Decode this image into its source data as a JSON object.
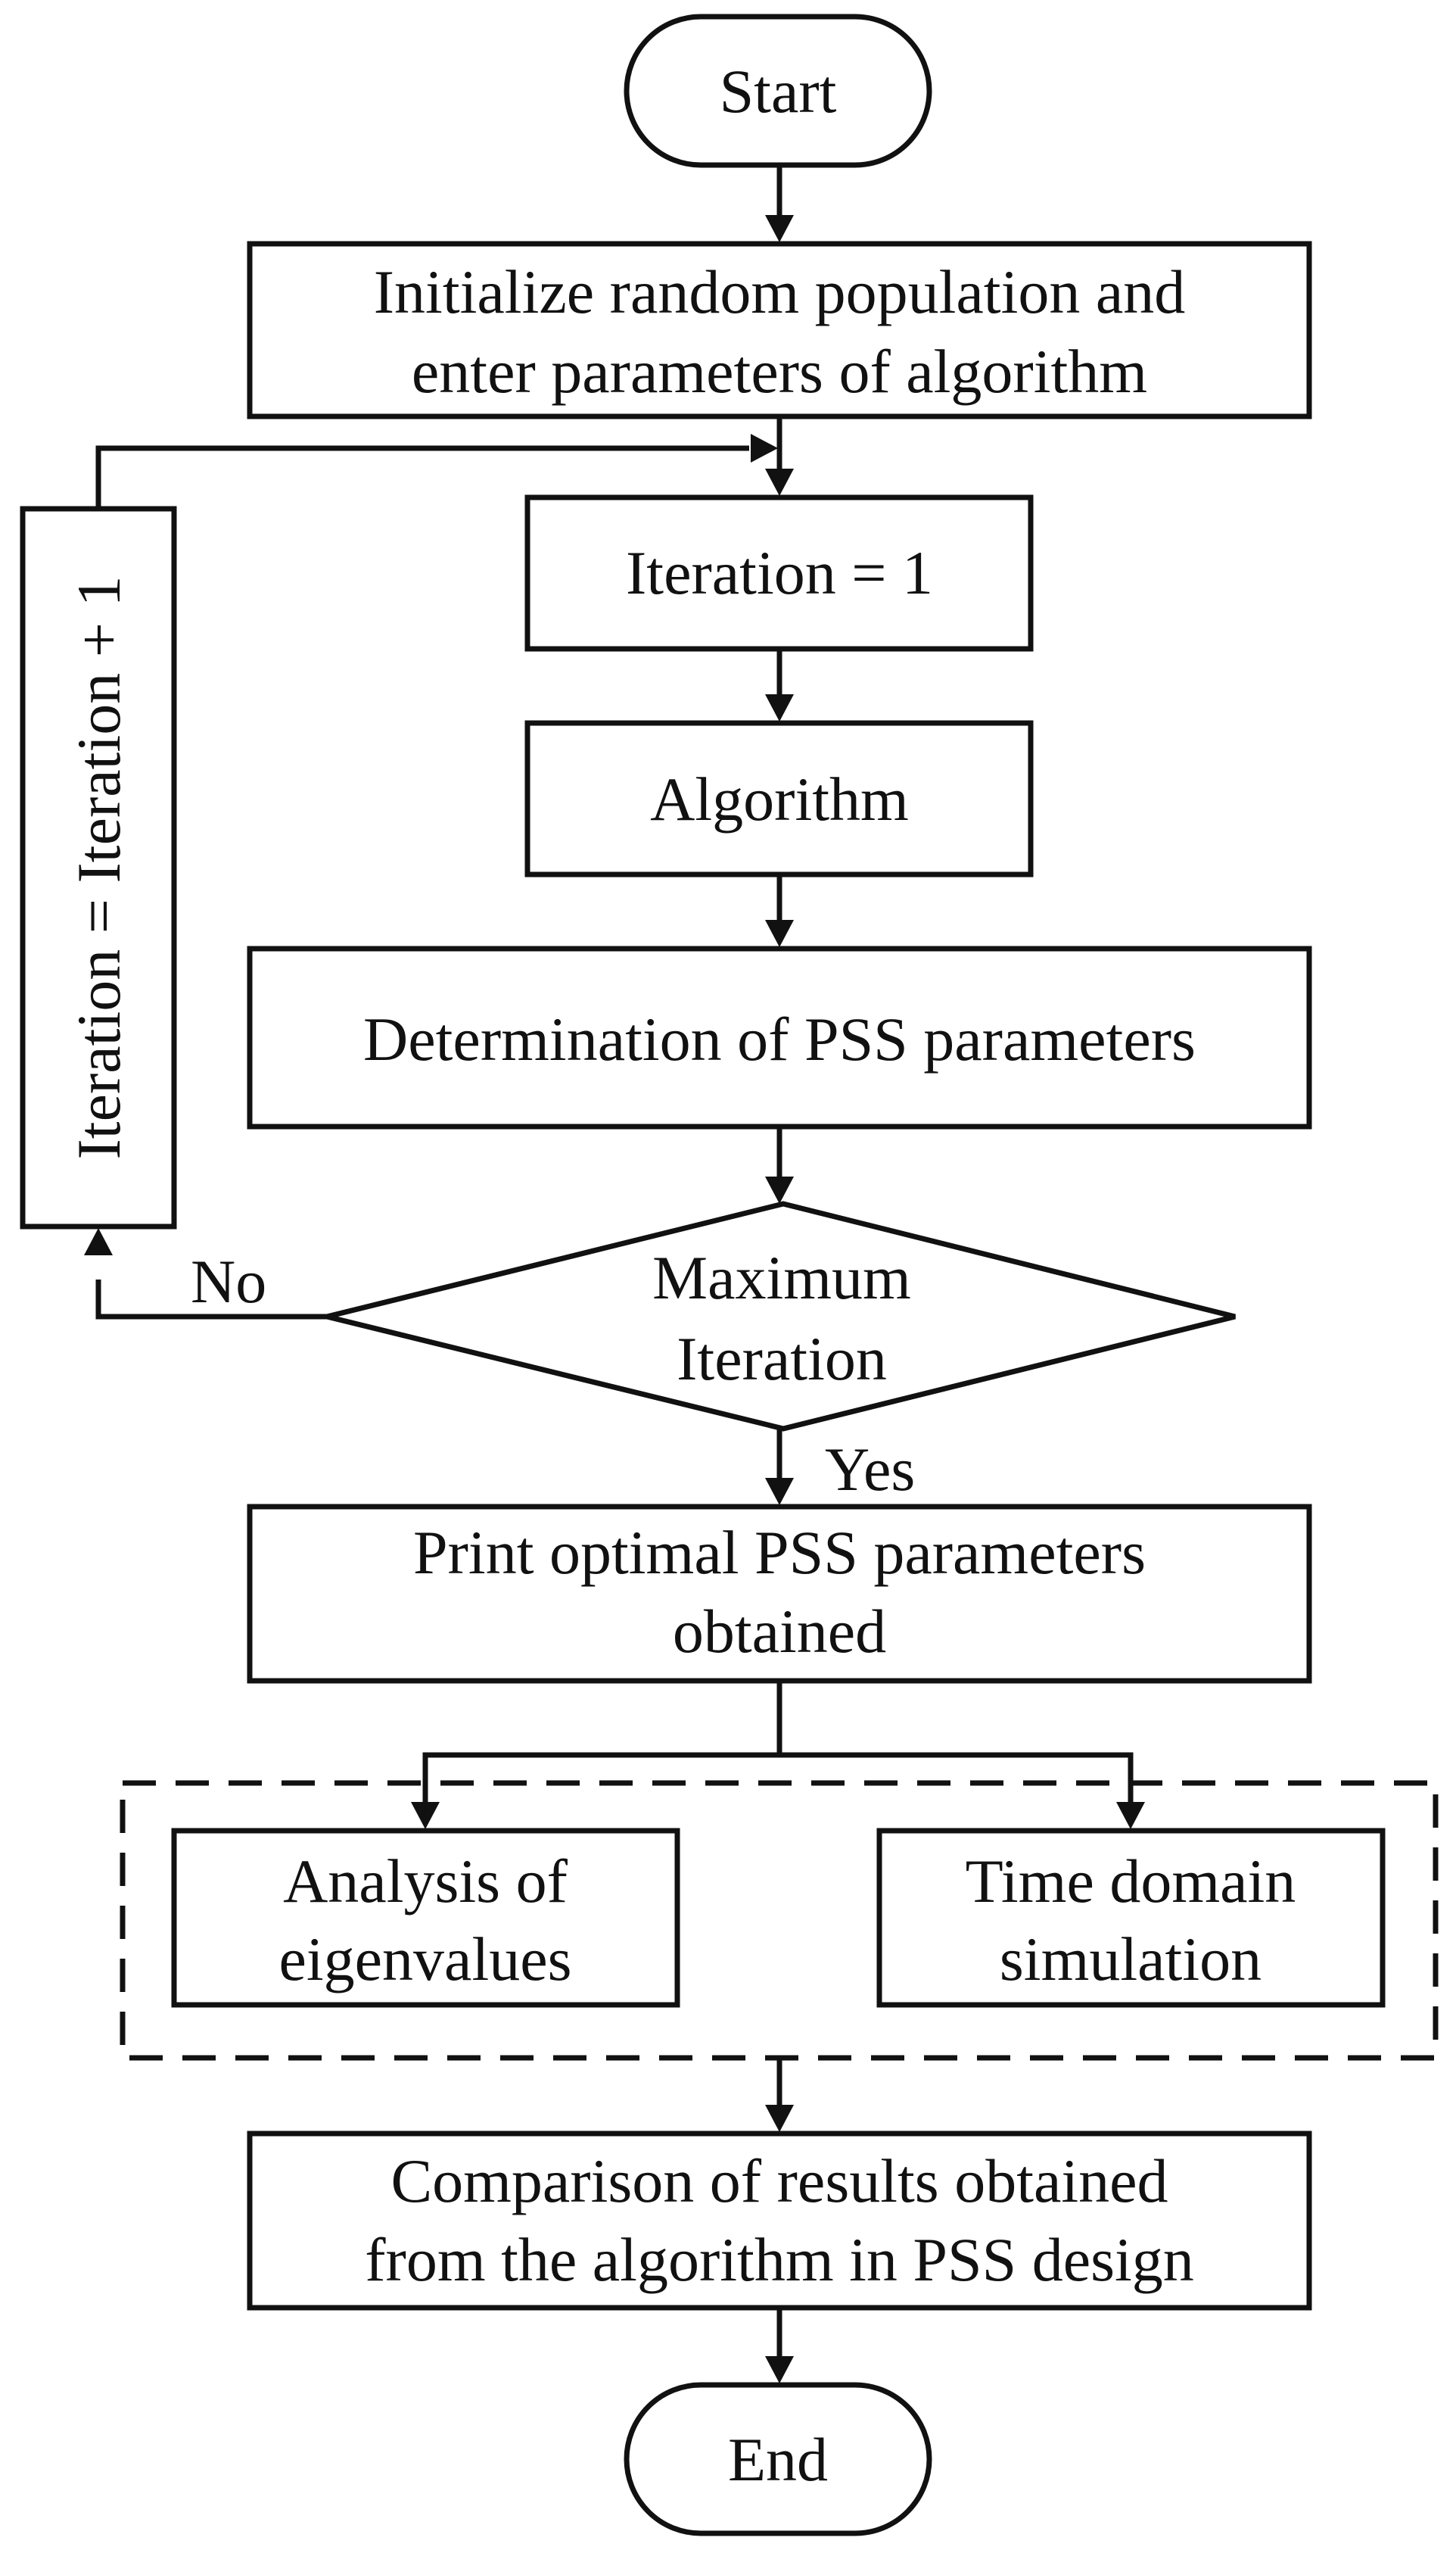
{
  "nodes": {
    "start": "Start",
    "init": [
      "Initialize random population and",
      "enter parameters of algorithm"
    ],
    "iter_set": "Iteration = 1",
    "algorithm": "Algorithm",
    "determination": "Determination of PSS parameters",
    "decision": [
      "Maximum",
      "Iteration"
    ],
    "print": [
      "Print optimal PSS parameters",
      "obtained"
    ],
    "eigen": [
      "Analysis of",
      "eigenvalues"
    ],
    "time_domain": [
      "Time domain",
      "simulation"
    ],
    "comparison": [
      "Comparison of results obtained",
      "from the algorithm in PSS design"
    ],
    "end": "End",
    "loop": "Iteration = Iteration + 1"
  },
  "edge_labels": {
    "no": "No",
    "yes": "Yes"
  }
}
